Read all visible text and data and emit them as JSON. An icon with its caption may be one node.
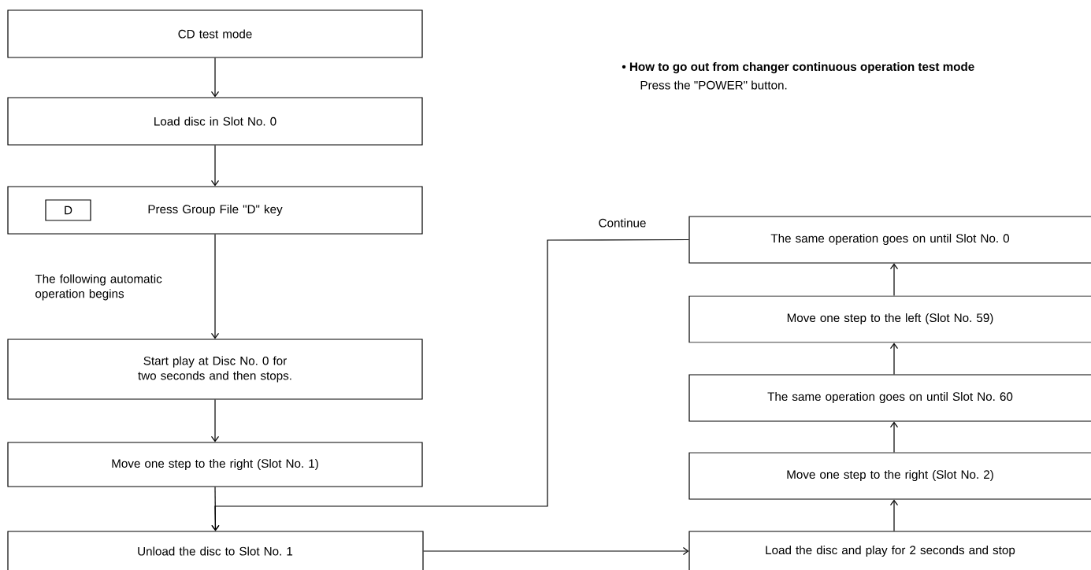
{
  "diagram": {
    "nodes": [
      {
        "text": [
          "CD test mode"
        ]
      },
      {
        "text": [
          "Load disc in Slot No. 0"
        ]
      },
      {
        "text": [
          "Press Group File \"D\" key"
        ]
      },
      {
        "text": [
          "D"
        ],
        "in": 2
      },
      {
        "text": [
          "Start play at Disc No. 0 for two seconds and then stops."
        ]
      },
      {
        "text": [
          "Move one step to the right (Slot No. 1)"
        ]
      },
      {
        "text": [
          "Unload the disc to Slot No. 1"
        ]
      },
      {
        "text": [
          "Load the disc and play for 2 seconds and stop"
        ]
      },
      {
        "text": [
          "Move one step to the right (Slot No. 2)"
        ]
      },
      {
        "text": [
          "The same operation goes on until Slot No. 60"
        ]
      },
      {
        "text": [
          "Move one step to the left (Slot No. 59)"
        ]
      },
      {
        "text": [
          "The same operation goes on until Slot No. 0"
        ]
      }
    ],
    "edges": [
      {
        "from": 0,
        "to": 1,
        "arrow": "to"
      },
      {
        "from": 1,
        "to": 2,
        "arrow": "to"
      },
      {
        "from": 2,
        "to": 4,
        "arrow": "to",
        "label": "The following automatic operation begins"
      },
      {
        "from": 4,
        "to": 5,
        "arrow": "to"
      },
      {
        "from": 5,
        "to": 6,
        "arrow": "to"
      },
      {
        "from": 11,
        "to": 6,
        "arrow": "to",
        "label": "Continue"
      },
      {
        "from": 6,
        "to": 7,
        "arrow": "to"
      },
      {
        "from": 7,
        "to": 8,
        "arrow": "to"
      },
      {
        "from": 8,
        "to": 9,
        "arrow": "to"
      },
      {
        "from": 9,
        "to": 10,
        "arrow": "to"
      },
      {
        "from": 10,
        "to": 11,
        "arrow": "to"
      }
    ],
    "labels": [
      "• How to go out from changer continuous operation test mode",
      "Press the \"POWER\" button."
    ]
  }
}
